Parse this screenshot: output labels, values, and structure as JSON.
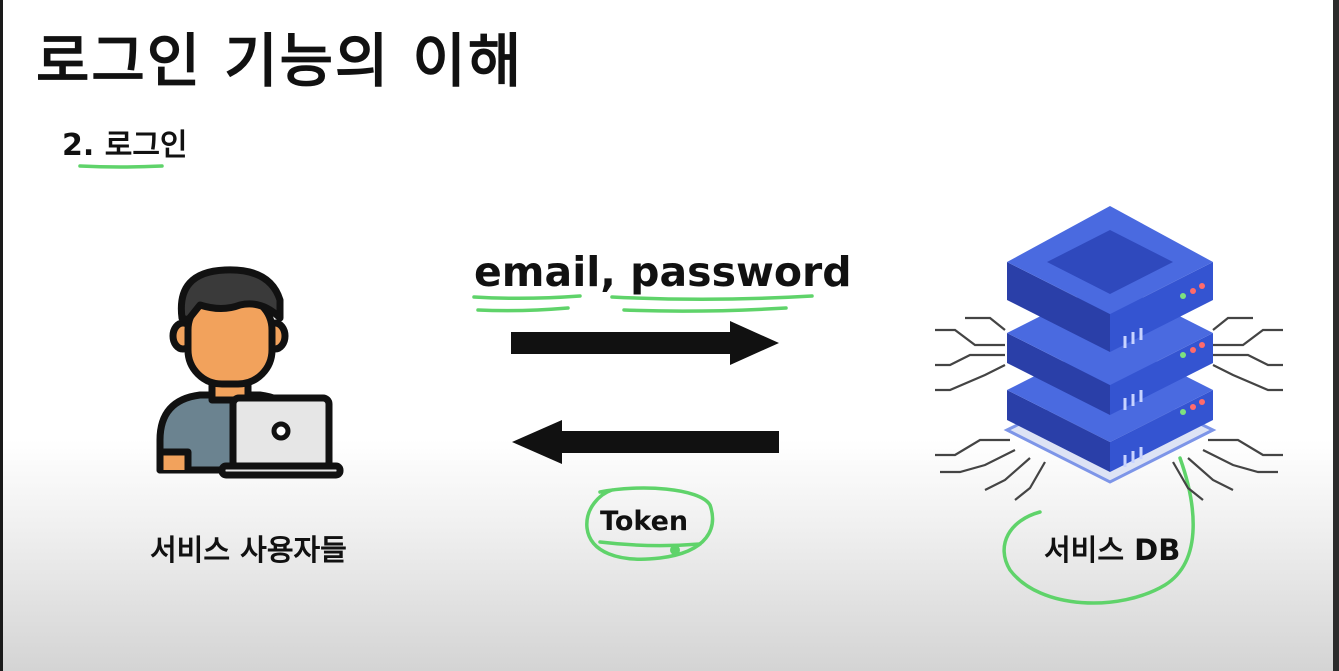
{
  "slide": {
    "title": "로그인 기능의 이해",
    "subtitle": "2. 로그인"
  },
  "diagram": {
    "request_label": "email, password",
    "response_label": "Token",
    "user_label": "서비스 사용자들",
    "db_label": "서비스 DB",
    "icons": {
      "user": "user-laptop-icon",
      "server": "server-stack-icon",
      "request_arrow": "arrow-right-icon",
      "response_arrow": "arrow-left-icon"
    }
  },
  "colors": {
    "highlight": "#5fd36a",
    "server_blue": "#3454d1",
    "server_dark": "#2a3fa8",
    "arrow": "#111111"
  }
}
